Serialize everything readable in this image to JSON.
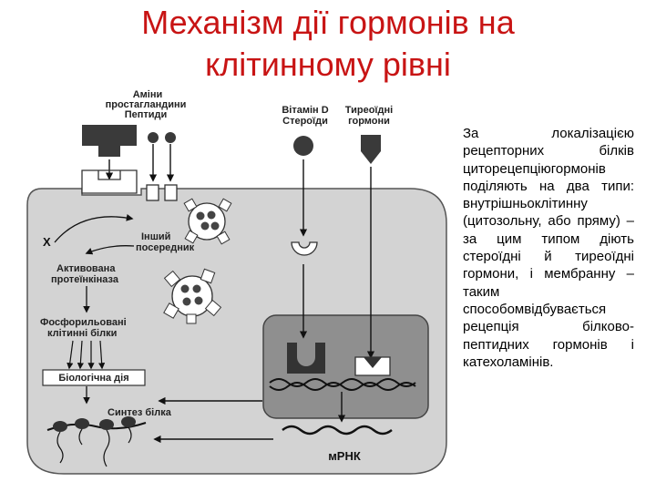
{
  "slide": {
    "title_line1": "Механізм дії гормонів на",
    "title_line2": "клітинному рівні",
    "description": "За локалізацією рецепторних білків циторецепціюгормонів поділяють на два типи: внутрішньоклітинну (цитозольну, або пряму) – за цим типом діють стероїдні й тиреоїдні гормони, і мембранну – таким способомвідбувається рецепція білково-пептидних гормонів і катехоламінів."
  },
  "diagram": {
    "hormones_left_line1": "Аміни",
    "hormones_left_line2": "простагландини",
    "hormones_left_line3": "Пептиди",
    "vitamin_d_line1": "Вітамін D",
    "vitamin_d_line2": "Стероїди",
    "thyroid_line1": "Тиреоїдні",
    "thyroid_line2": "гормони",
    "x_label": "X",
    "other_mediator_line1": "Інший",
    "other_mediator_line2": "посередник",
    "kinase_line1": "Активована",
    "kinase_line2": "протеїнкіназа",
    "phospho_line1": "Фосфорильовані",
    "phospho_line2": "клітинні білки",
    "bio_action": "Біологічна дія",
    "protein_synthesis": "Синтез білка",
    "mrna": "мРНК"
  },
  "colors": {
    "title": "#c81414",
    "cell": "#d2d2d2",
    "nucleus": "#8e8e8e",
    "dark": "#3a3a3a"
  }
}
